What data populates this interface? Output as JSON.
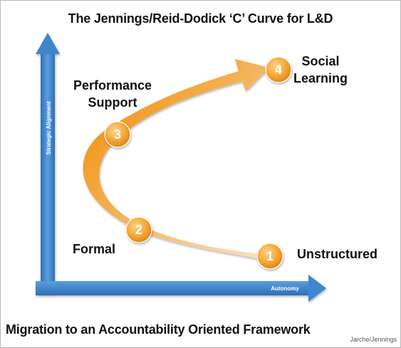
{
  "title": "The Jennings/Reid-Dodick ‘C’ Curve for L&D",
  "footer": "Migration to an Accountability Oriented Framework",
  "credit": "Jarche/Jennings",
  "axes": {
    "y_label": "Strategic Alignment",
    "x_label": "Autonomy"
  },
  "stages": [
    {
      "number": "1",
      "label_line1": "Unstructured",
      "label_line2": ""
    },
    {
      "number": "2",
      "label_line1": "Formal",
      "label_line2": ""
    },
    {
      "number": "3",
      "label_line1": "Performance",
      "label_line2": "Support"
    },
    {
      "number": "4",
      "label_line1": "Social",
      "label_line2": "Learning"
    }
  ],
  "colors": {
    "axis": "#3a7fc4",
    "curve": "#f2a23a",
    "node": "#f0a030"
  }
}
